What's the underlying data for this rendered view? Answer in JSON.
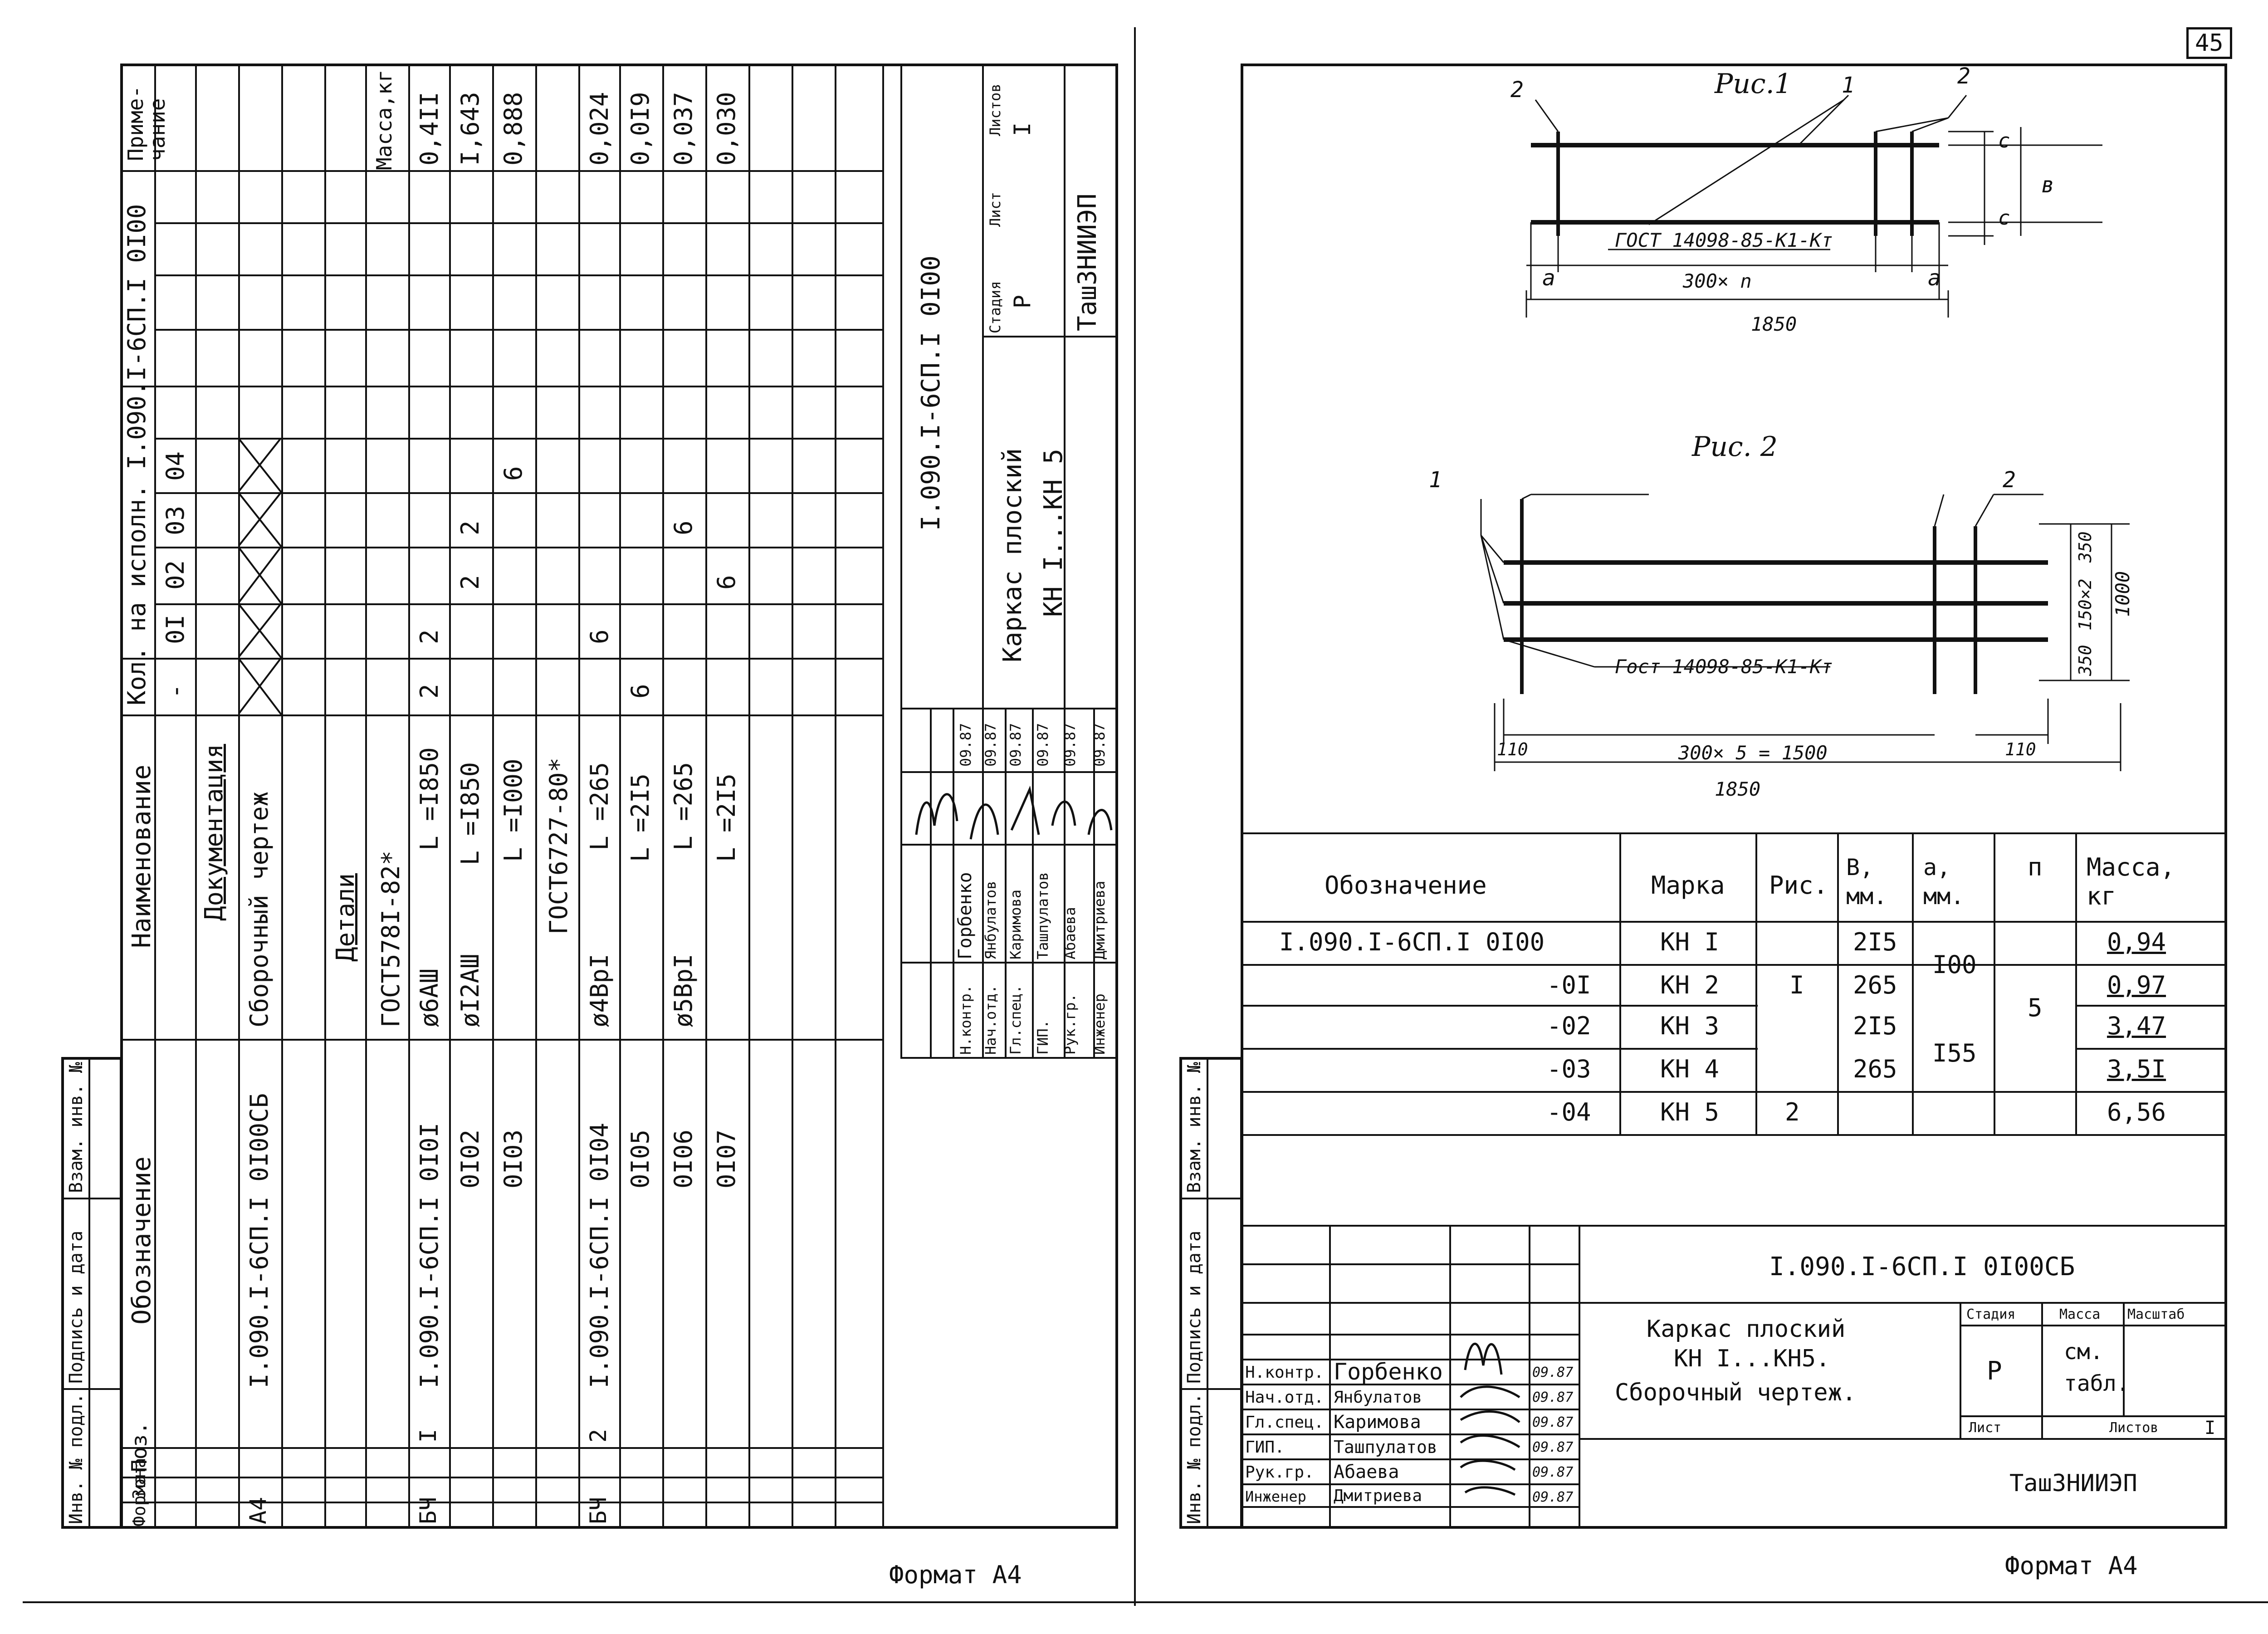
{
  "page_number": "45",
  "left_sheet": {
    "stamp_title_code": "I.090.I-6СП.I  0I00",
    "stamp_name": [
      "Каркас плоский",
      "КН I...КН 5"
    ],
    "stamp_headers": {
      "stage": "Стадия",
      "sheet": "Лист",
      "sheets": "Листов"
    },
    "stamp_values": {
      "stage": "Р",
      "sheets": "I"
    },
    "organization": "ТашЗНИИЭП",
    "format": "Формат А4",
    "signatures": [
      {
        "role": "Н.контр.",
        "name": "Горбенко",
        "date": "09.87"
      },
      {
        "role": "Нач.отд.",
        "name": "Янбулатов",
        "date": "09.87"
      },
      {
        "role": "Гл.спец.",
        "name": "Каримова",
        "date": "09.87"
      },
      {
        "role": "ГИП.",
        "name": "Ташпулатов",
        "date": "09.87"
      },
      {
        "role": "Рук.гр.",
        "name": "Абаева",
        "date": "09.87"
      },
      {
        "role": "Инженер",
        "name": "Дмитриева",
        "date": "09.87"
      }
    ],
    "side_labels": [
      "Инв. № подл.",
      "Подпись и дата",
      "Взам. инв. №"
    ],
    "spec": {
      "headers": {
        "format": "Формат",
        "zone": "Зона",
        "pos": "Поз.",
        "designation": "Обозначение",
        "name": "Наименование",
        "qty_on": "Кол. на исполн. I.090.I-6СП.I  0I00",
        "exec": [
          "-",
          "0I",
          "02",
          "03",
          "04"
        ],
        "note": "Приме-\nчание"
      },
      "rows": [
        {
          "format": "",
          "pos": "",
          "designation": "",
          "name": "Документация",
          "qty": [
            "",
            "",
            "",
            "",
            ""
          ],
          "note": ""
        },
        {
          "format": "А4",
          "pos": "",
          "designation": "I.090.I-6СП.I  0I00СБ",
          "name": "Сборочный чертеж",
          "qty": [
            "",
            "",
            "",
            "",
            ""
          ],
          "note": ""
        },
        {
          "format": "",
          "pos": "",
          "designation": "",
          "name": "",
          "qty": [
            "",
            "",
            "",
            "",
            ""
          ],
          "note": ""
        },
        {
          "format": "",
          "pos": "",
          "designation": "",
          "name": "Детали",
          "qty": [
            "",
            "",
            "",
            "",
            ""
          ],
          "note": "Масса,кг"
        },
        {
          "format": "",
          "pos": "",
          "designation": "",
          "name": "ГОСТ578I-82*",
          "qty": [
            "",
            "",
            "",
            "",
            ""
          ],
          "note": ""
        },
        {
          "format": "БЧ",
          "pos": "I",
          "designation": "I.090.I-6СП.I  0I0I",
          "name": "ø6АШ        L =I850",
          "qty": [
            "2",
            "2",
            "",
            "",
            ""
          ],
          "note": "0,4II"
        },
        {
          "format": "",
          "pos": "",
          "designation": "0I02",
          "name": "øI2АШ      L =I850",
          "qty": [
            "",
            "",
            "2",
            "2",
            ""
          ],
          "note": "I,643"
        },
        {
          "format": "",
          "pos": "",
          "designation": "0I03",
          "name": "L =I000",
          "qty": [
            "",
            "",
            "",
            "",
            "6"
          ],
          "note": "0,888"
        },
        {
          "format": "",
          "pos": "",
          "designation": "",
          "name": "ГОСТ6727-80*",
          "qty": [
            "",
            "",
            "",
            "",
            ""
          ],
          "note": ""
        },
        {
          "format": "БЧ",
          "pos": "2",
          "designation": "I.090.I-6СП.I  0I04",
          "name": "ø4ВрI       L =265",
          "qty": [
            "",
            "6",
            "",
            "",
            ""
          ],
          "note": "0,024"
        },
        {
          "format": "",
          "pos": "",
          "designation": "0I05",
          "name": "L =2I5",
          "qty": [
            "6",
            "",
            "",
            "",
            ""
          ],
          "note": "0,0I9"
        },
        {
          "format": "",
          "pos": "",
          "designation": "0I06",
          "name": "ø5ВрI       L =265",
          "qty": [
            "",
            "",
            "",
            "6",
            ""
          ],
          "note": "0,037"
        },
        {
          "format": "",
          "pos": "",
          "designation": "0I07",
          "name": "L =2I5",
          "qty": [
            "",
            "",
            "6",
            "",
            ""
          ],
          "note": "0,030"
        }
      ]
    }
  },
  "right_sheet": {
    "fig1": {
      "title": "Рис.1",
      "labels": {
        "callout1": "1",
        "callout2a": "2",
        "callout2b": "2",
        "gost": "ГОСТ 14098-85-К1-Кт",
        "a_left": "a",
        "a_right": "a",
        "spacing": "300× n",
        "length": "1850",
        "c_top": "c",
        "c_bottom": "c",
        "b": "в"
      }
    },
    "fig2": {
      "title": "Рис. 2",
      "labels": {
        "callout1": "1",
        "callout2": "2",
        "gost": "Гост 14098-85-К1-Кт",
        "d350a": "350",
        "d150": "150×2",
        "d350b": "350",
        "d1000": "1000",
        "d110a": "110",
        "d110b": "110",
        "spacing": "300× 5 = 1500",
        "length": "1850"
      }
    },
    "table": {
      "headers": [
        "Обозначение",
        "Марка",
        "Рис.",
        "В,\nмм.",
        "а,\nмм.",
        "п",
        "Масса,\nкг"
      ],
      "rows": [
        {
          "des": "I.090.I-6СП.I  0I00",
          "mark": "КН I",
          "b": "2I5",
          "mass": "0,94"
        },
        {
          "des": "-0I",
          "mark": "КН 2",
          "b": "265",
          "mass": "0,97"
        },
        {
          "des": "-02",
          "mark": "КН 3",
          "b": "2I5",
          "mass": "3,47"
        },
        {
          "des": "-03",
          "mark": "КН 4",
          "b": "265",
          "mass": "3,5I"
        },
        {
          "des": "-04",
          "mark": "КН 5",
          "b": "",
          "mass": "6,56"
        }
      ],
      "merged": {
        "fig_1": "I",
        "fig_2": "2",
        "a_1": "I00",
        "a_2": "I55",
        "n": "5"
      }
    },
    "stamp_code": "I.090.I-6СП.I  0I00СБ",
    "stamp_name": [
      "Каркас плоский",
      "КН I...КН5.",
      "Сборочный чертеж."
    ],
    "stamp_headers": {
      "stage": "Стадия",
      "mass": "Масса",
      "scale": "Масштаб",
      "sheet": "Лист",
      "sheets": "Листов"
    },
    "stamp_values": {
      "stage": "Р",
      "mass": "см.\nтабл.",
      "sheets": "I"
    },
    "organization": "ТашЗНИИЭП",
    "format": "Формат А4",
    "signatures": [
      {
        "role": "Н.контр.",
        "name": "Горбенко",
        "date": "09.87"
      },
      {
        "role": "Нач.отд.",
        "name": "Янбулатов",
        "date": "09.87"
      },
      {
        "role": "Гл.спец.",
        "name": "Каримова",
        "date": "09.87"
      },
      {
        "role": "ГИП.",
        "name": "Ташпулатов",
        "date": "09.87"
      },
      {
        "role": "Рук.гр.",
        "name": "Абаева",
        "date": "09.87"
      },
      {
        "role": "Инженер",
        "name": "Дмитриева",
        "date": "09.87"
      }
    ],
    "side_labels": [
      "Инв. № подл.",
      "Подпись и дата",
      "Взам. инв. №"
    ]
  }
}
